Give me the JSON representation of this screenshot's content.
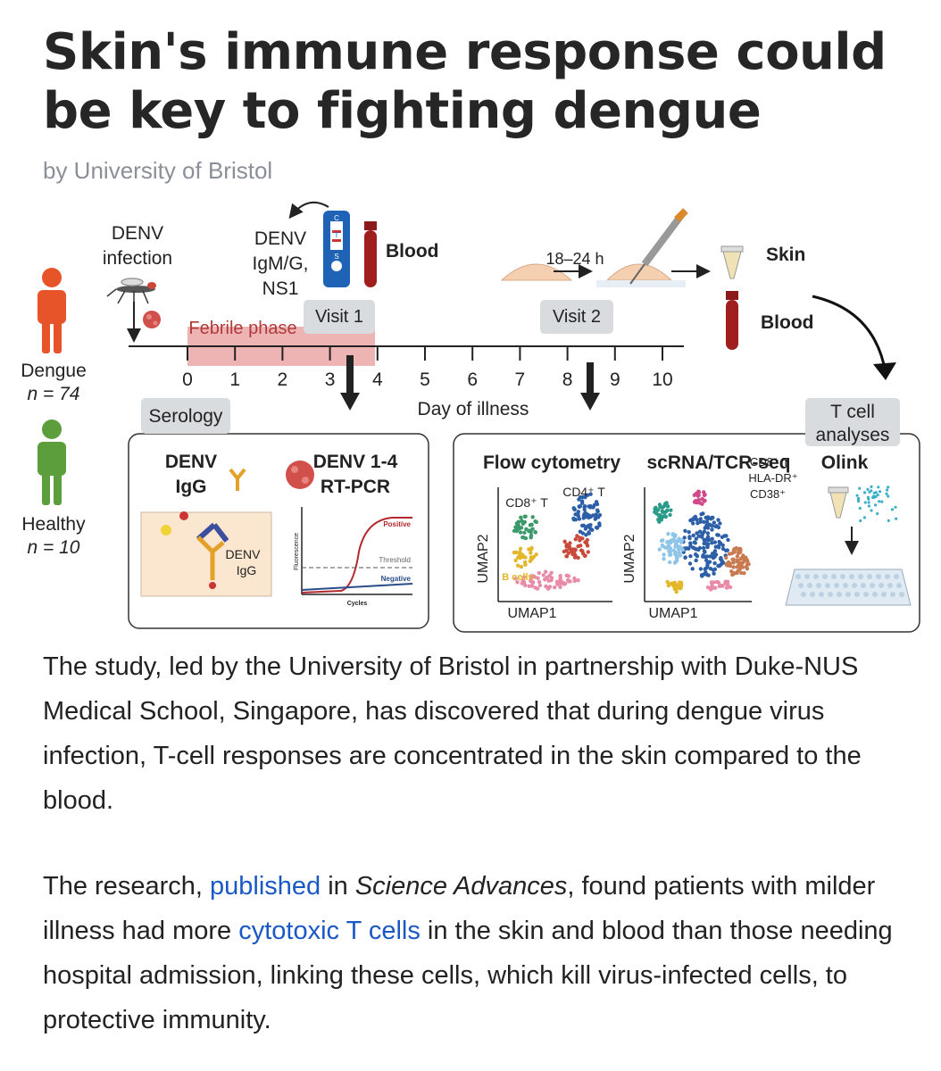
{
  "article": {
    "title": "Skin's immune response could be key to fighting dengue",
    "byline": "by University of Bristol",
    "paragraph1": "The study, led by the University of Bristol in partnership with Duke-NUS Medical School, Singapore, has discovered that during dengue virus infection, T-cell responses are concentrated in the skin compared to the blood.",
    "paragraph2": {
      "t1": "The research, ",
      "link1": "published",
      "t2": " in ",
      "journal": "Science Advances",
      "t3": ", found patients with milder illness had more ",
      "link2": "cytotoxic T cells",
      "t4": " in the skin and blood than those needing hospital admission, linking these cells, which kill virus-infected cells, to protective immunity."
    }
  },
  "figure": {
    "denv_infection_1": "DENV",
    "denv_infection_2": "infection",
    "test_1": "DENV",
    "test_2": "IgM/G,",
    "test_3": "NS1",
    "blood_top": "Blood",
    "hours": "18–24 h",
    "skin": "Skin",
    "blood_right": "Blood",
    "febrile": "Febrile phase",
    "visit1": "Visit 1",
    "visit2": "Visit 2",
    "days": [
      "0",
      "1",
      "2",
      "3",
      "4",
      "5",
      "6",
      "7",
      "8",
      "9",
      "10"
    ],
    "axis_label": "Day of illness",
    "dengue": "Dengue",
    "dengue_n": "n = 74",
    "healthy": "Healthy",
    "healthy_n": "n = 10",
    "serology": "Serology",
    "denv_igg_1": "DENV",
    "denv_igg_2": "IgG",
    "rtpcr_1": "DENV 1-4",
    "rtpcr_2": "RT-PCR",
    "elisa_1": "DENV",
    "elisa_2": "IgG",
    "positive": "Positive",
    "threshold": "Threshold",
    "negative": "Negative",
    "fluorescence": "Fluorescence",
    "cycles": "Cycles",
    "tcell_1": "T cell",
    "tcell_2": "analyses",
    "flow": "Flow cytometry",
    "scrna": "scRNA/TCR-seq",
    "olink": "Olink",
    "cd8": "CD8⁺ T",
    "cd4": "CD4⁺ T",
    "bcells": "B cells",
    "umap1_a": "UMAP1",
    "umap2_a": "UMAP2",
    "umap1_b": "UMAP1",
    "umap2_b": "UMAP2",
    "cd8b_1": "CD8⁺ T",
    "cd8b_2": "HLA-DR⁺",
    "cd8b_3": "CD38⁺",
    "strip_c": "C",
    "strip_t": "T",
    "strip_s": "S",
    "colors": {
      "dengue": "#e8542a",
      "healthy": "#5c9e3c",
      "febrile": "#b03a3a",
      "link": "#1a58c4"
    }
  }
}
